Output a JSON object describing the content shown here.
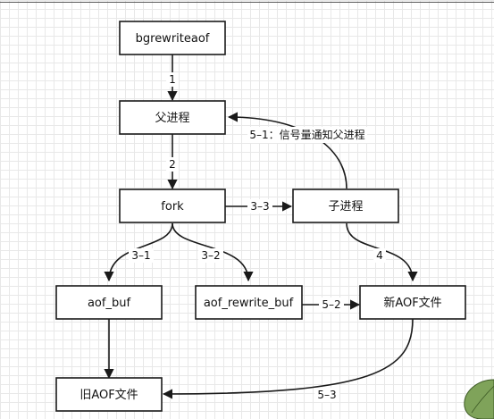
{
  "nodes": {
    "bgrewriteaof": "bgrewriteaof",
    "parent": "父进程",
    "fork": "fork",
    "child": "子进程",
    "aof_buf": "aof_buf",
    "aof_rewrite_buf": "aof_rewrite_buf",
    "new_aof": "新AOF文件",
    "old_aof": "旧AOF文件"
  },
  "edges": {
    "e1": "1",
    "e2": "2",
    "e3_1": "3–1",
    "e3_2": "3–2",
    "e3_3": "3–3",
    "e4": "4",
    "e5_1": "5–1：信号量通知父进程",
    "e5_2": "5–2",
    "e5_3": "5–3"
  },
  "decoration": {
    "leaf_icon": "leaf-icon",
    "leaf_color": "#7fa35a"
  }
}
